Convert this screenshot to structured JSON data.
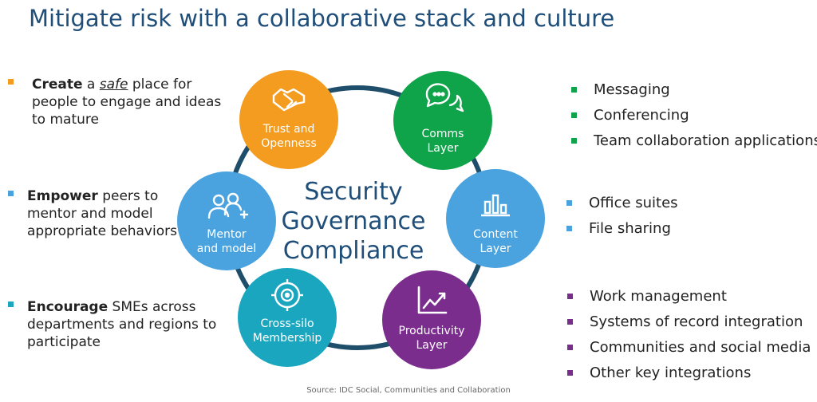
{
  "title": "Mitigate risk with a collaborative stack and culture",
  "center": {
    "line1": "Security",
    "line2": "Governance",
    "line3": "Compliance"
  },
  "nodes": [
    {
      "id": "trust",
      "line1": "Trust and",
      "line2": "Openness",
      "color": "#f39c1f",
      "icon": "handshake-icon"
    },
    {
      "id": "comms",
      "line1": "Comms",
      "line2": "Layer",
      "color": "#0fa34a",
      "icon": "chat-icon"
    },
    {
      "id": "content",
      "line1": "Content",
      "line2": "Layer",
      "color": "#4aa3df",
      "icon": "bar-chart-icon"
    },
    {
      "id": "productivity",
      "line1": "Productivity",
      "line2": "Layer",
      "color": "#7b2d8e",
      "icon": "trend-chart-icon"
    },
    {
      "id": "crosssilo",
      "line1": "Cross-silo",
      "line2": "Membership",
      "color": "#1ba6bf",
      "icon": "target-icon"
    },
    {
      "id": "mentor",
      "line1": "Mentor",
      "line2": "and model",
      "color": "#4aa3df",
      "icon": "people-add-icon"
    }
  ],
  "left": [
    {
      "bold": "Create",
      "pre": " a ",
      "italic": "safe",
      "rest1": " place for",
      "line2": "people to engage and  ideas",
      "line3": "to mature",
      "color": "#f39c1f"
    },
    {
      "bold": "Empower",
      "rest1": " peers to",
      "line2": "mentor and model",
      "line3": "appropriate behaviors",
      "color": "#4aa3df"
    },
    {
      "bold": "Encourage",
      "rest1": " SMEs across",
      "line2": "departments and regions to",
      "line3": "participate",
      "color": "#1ba6bf"
    }
  ],
  "right_groups": [
    {
      "color": "#0fa34a",
      "items": [
        "Messaging",
        "Conferencing",
        "Team collaboration applications"
      ]
    },
    {
      "color": "#4aa3df",
      "items": [
        "Office suites",
        "File sharing"
      ]
    },
    {
      "color": "#7b2d8e",
      "items": [
        "Work management",
        "Systems of record integration",
        "Communities and social media",
        "Other key integrations"
      ]
    }
  ],
  "source": "Source: IDC Social, Communities and Collaboration",
  "ring_color": "#1f4e6b"
}
